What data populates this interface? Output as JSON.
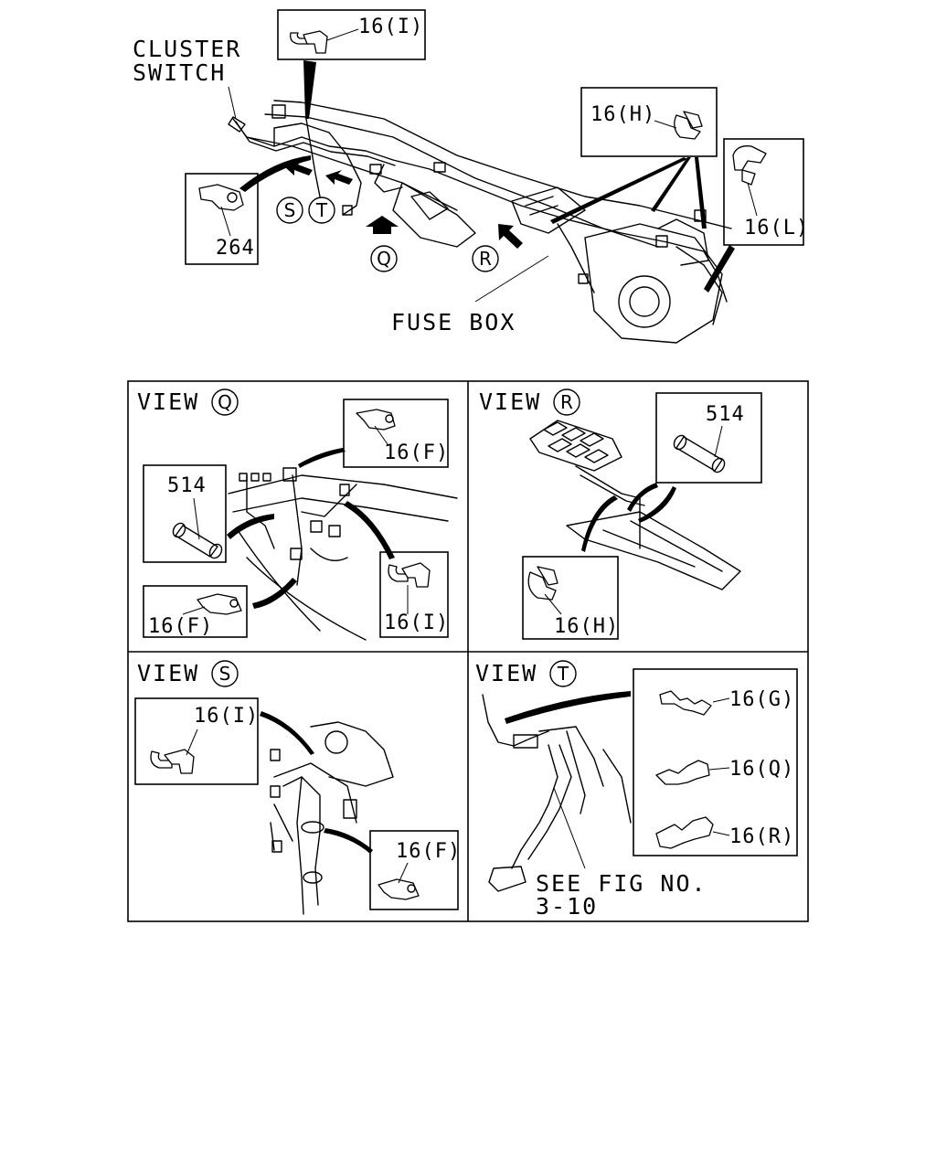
{
  "labels": {
    "cluster_switch_1": "CLUSTER",
    "cluster_switch_2": "SWITCH",
    "fuse_box": "FUSE BOX",
    "see_fig_1": "SEE FIG NO.",
    "see_fig_2": "3-10"
  },
  "callouts": {
    "top_16i": "16(I)",
    "top_16h": "16(H)",
    "top_16l": "16(L)",
    "top_264": "264",
    "q_16f_top": "16(F)",
    "q_514": "514",
    "q_16f_bottom": "16(F)",
    "q_16i": "16(I)",
    "r_514": "514",
    "r_16h": "16(H)",
    "s_16i": "16(I)",
    "s_16f": "16(F)",
    "t_16g": "16(G)",
    "t_16q": "16(Q)",
    "t_16r": "16(R)"
  },
  "view_markers": {
    "q": "Q",
    "r": "R",
    "s": "S",
    "t": "T"
  },
  "views": {
    "q": {
      "prefix": "VIEW",
      "letter": "Q"
    },
    "r": {
      "prefix": "VIEW",
      "letter": "R"
    },
    "s": {
      "prefix": "VIEW",
      "letter": "S"
    },
    "t": {
      "prefix": "VIEW",
      "letter": "T"
    }
  }
}
